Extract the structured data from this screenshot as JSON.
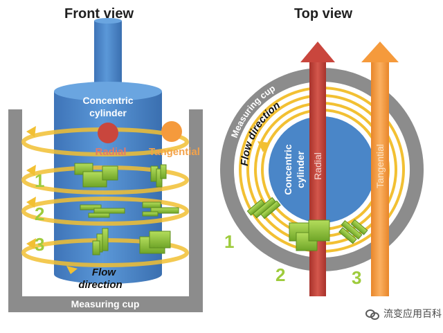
{
  "front": {
    "title": "Front view",
    "cylinder_label_1": "Concentric",
    "cylinder_label_2": "cylinder",
    "radial": "Radial",
    "tangential": "Tangential",
    "num1": "1",
    "num2": "2",
    "num3": "3",
    "flow_1": "Flow",
    "flow_2": "direction",
    "cup": "Measuring cup"
  },
  "top": {
    "title": "Top view",
    "cup": "Measuring cup",
    "flow": "Flow direction",
    "cylinder_label_1": "Concentric",
    "cylinder_label_2": "cylinder",
    "radial": "Radial",
    "tangential": "Tangential",
    "num1": "1",
    "num2": "2",
    "num3": "3"
  },
  "watermark": "流变应用百科",
  "colors": {
    "cylinder": "#4a86c8",
    "cup": "#8c8c8c",
    "flow_ring": "#f2c033",
    "particle": "#8dc63f",
    "radial": "#c9463d",
    "tangential": "#f59a3c"
  }
}
